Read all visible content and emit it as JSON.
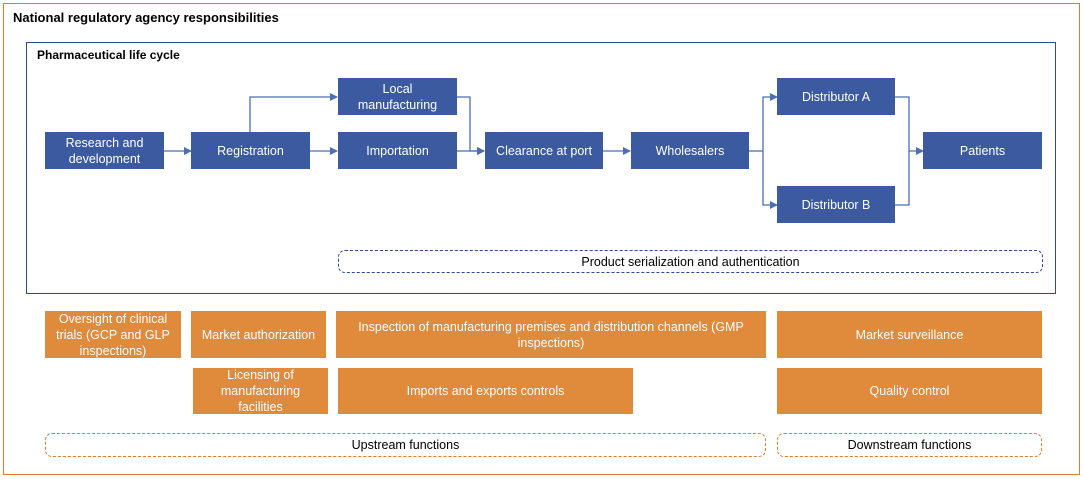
{
  "title": "National regulatory agency responsibilities",
  "lifecycle": {
    "title": "Pharmaceutical life cycle",
    "nodes": {
      "research": "Research and development",
      "registration": "Registration",
      "local_manufacturing": "Local manufacturing",
      "importation": "Importation",
      "clearance": "Clearance at port",
      "wholesalers": "Wholesalers",
      "distributor_a": "Distributor A",
      "distributor_b": "Distributor B",
      "patients": "Patients"
    },
    "serialization": "Product serialization and authentication"
  },
  "functions": {
    "oversight": "Oversight of clinical trials (GCP and GLP inspections)",
    "market_authorization": "Market authorization",
    "inspection": "Inspection of manufacturing premises and distribution channels (GMP inspections)",
    "market_surveillance": "Market surveillance",
    "licensing": "Licensing of manufacturing facilities",
    "imports_exports": "Imports and exports controls",
    "quality_control": "Quality control",
    "upstream": "Upstream functions",
    "downstream": "Downstream functions"
  },
  "colors": {
    "blue": "#3b5aa0",
    "orange": "#e08a3c",
    "border_orange": "#e07b2a",
    "border_blue": "#2e4a8f"
  }
}
